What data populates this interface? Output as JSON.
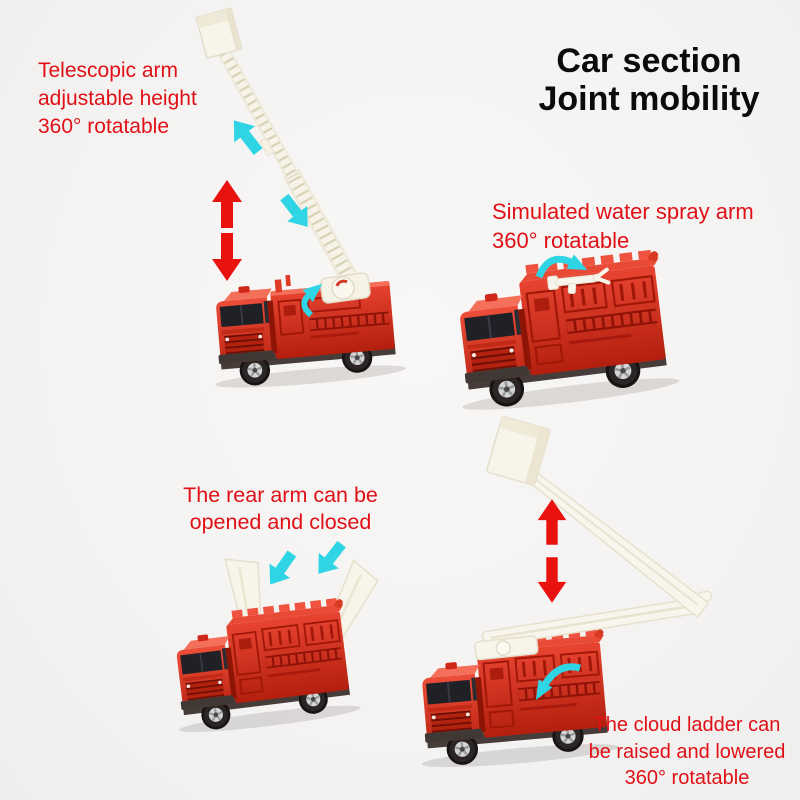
{
  "title": {
    "lines": [
      "Car section",
      "Joint mobility"
    ],
    "color": "#0b0b0b"
  },
  "labels": {
    "telescopic": {
      "lines": [
        "Telescopic arm",
        "adjustable height",
        "360° rotatable"
      ]
    },
    "spray": {
      "lines": [
        "Simulated water spray arm",
        "360° rotatable"
      ]
    },
    "rear_arm": {
      "lines": [
        "The rear arm can be",
        "opened and closed"
      ]
    },
    "cloud_ladder": {
      "lines": [
        "The cloud ladder can",
        "be raised and lowered",
        "360° rotatable"
      ]
    }
  },
  "colors": {
    "label_red": "#e01016",
    "arrow_red": "#e9120f",
    "accent_cyan": "#2fd5e4",
    "truck_red": "#dd3322",
    "plastic_white": "#f7f4ea",
    "background": "#f4f3f2"
  },
  "icons": {
    "raise_lower_arrows": "red up/down double arrow",
    "direction_arrows": "cyan motion arrows",
    "rotate_arrows": "cyan curved rotation arrows"
  }
}
